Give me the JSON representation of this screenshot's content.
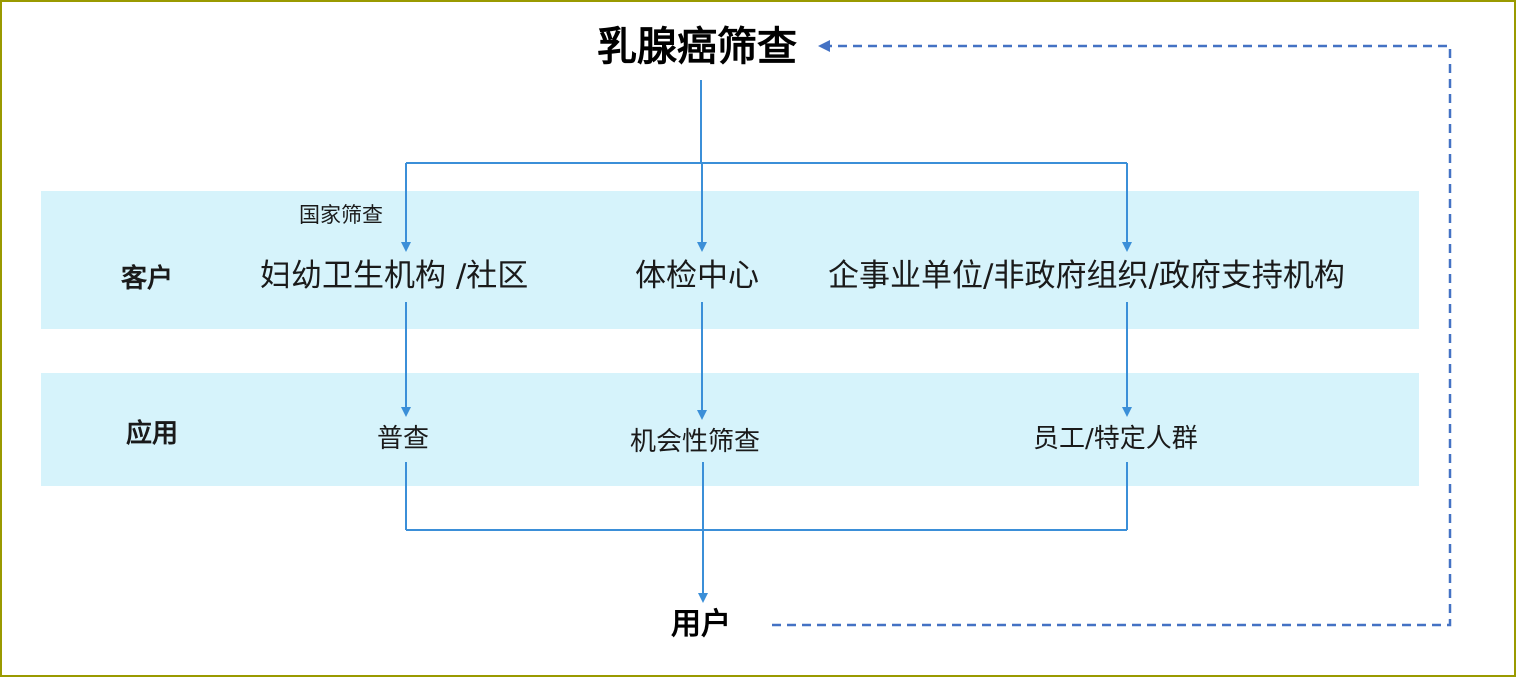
{
  "title": "乳腺癌筛查",
  "rows": {
    "customer_label": "客户",
    "application_label": "应用"
  },
  "customers": [
    "妇幼卫生机构 /社区",
    "体检中心",
    "企事业单位/非政府组织/政府支持机构"
  ],
  "national_screening_note": "国家筛查",
  "applications": [
    "普查",
    "机会性筛查",
    "员工/特定人群"
  ],
  "end_node": "用户",
  "colors": {
    "band": "#d6f3fb",
    "flow_line": "#3b8fd8",
    "feedback_line": "#4472c4",
    "frame": "#9a9a00"
  }
}
